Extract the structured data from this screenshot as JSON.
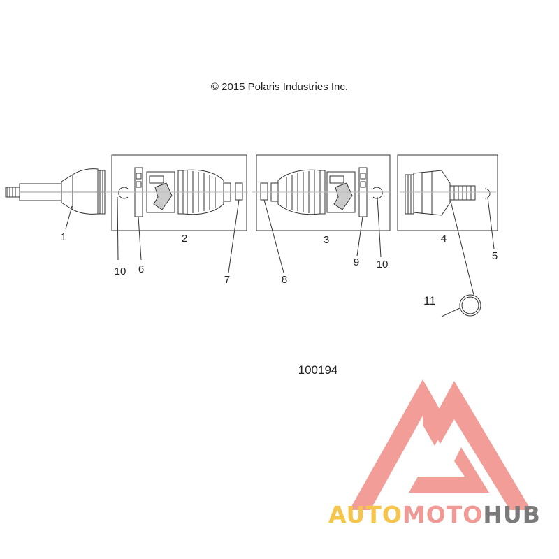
{
  "copyright": "© 2015 Polaris Industries Inc.",
  "diagram_id": "100194",
  "callouts": [
    "1",
    "2",
    "3",
    "4",
    "5",
    "6",
    "7",
    "8",
    "9",
    "10",
    "10",
    "11"
  ],
  "brand": {
    "part1": "AUTO",
    "part2": "MOTO",
    "part3": "HUB",
    "colors": {
      "auto": "#f6c64c",
      "moto": "#f19a95",
      "hub": "#7a7a7a",
      "logo": "#f08c87"
    }
  }
}
